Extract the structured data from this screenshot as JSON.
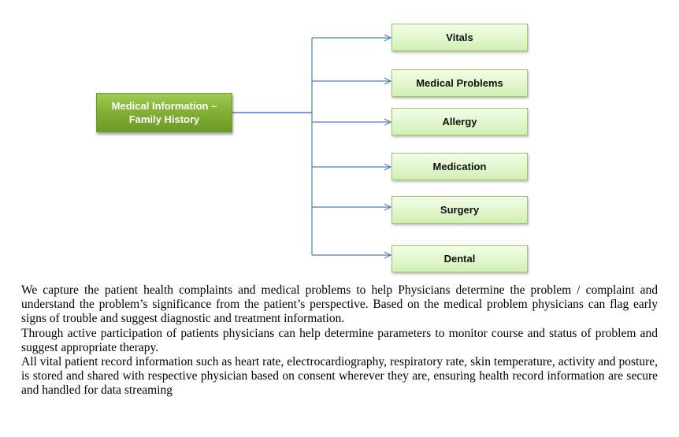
{
  "diagram": {
    "root": {
      "label_line1": "Medical Information –",
      "label_line2": "Family History"
    },
    "children": [
      {
        "label": "Vitals"
      },
      {
        "label": "Medical Problems"
      },
      {
        "label": "Allergy"
      },
      {
        "label": "Medication"
      },
      {
        "label": "Surgery"
      },
      {
        "label": "Dental"
      }
    ],
    "colors": {
      "root_fill": "#7fac32",
      "child_fill": "#e2f7cf",
      "child_border": "#9bc96a",
      "connector": "#4a7ebb"
    }
  },
  "description": {
    "paragraphs": [
      "We capture the patient health complaints and medical  problems to help Physicians determine the problem / complaint and understand the problem’s significance from the patient’s perspective. Based on the medical problem physicians can flag early signs of trouble and suggest diagnostic and treatment information.",
      "Through active participation of patients physicians can help determine parameters to monitor course and status of problem and suggest appropriate therapy.",
      "All vital patient record information such as heart rate, electrocardiography, respiratory rate, skin temperature, activity and posture, is stored and shared with respective physician based on consent wherever they are, ensuring health record information are secure and handled for data streaming"
    ]
  }
}
